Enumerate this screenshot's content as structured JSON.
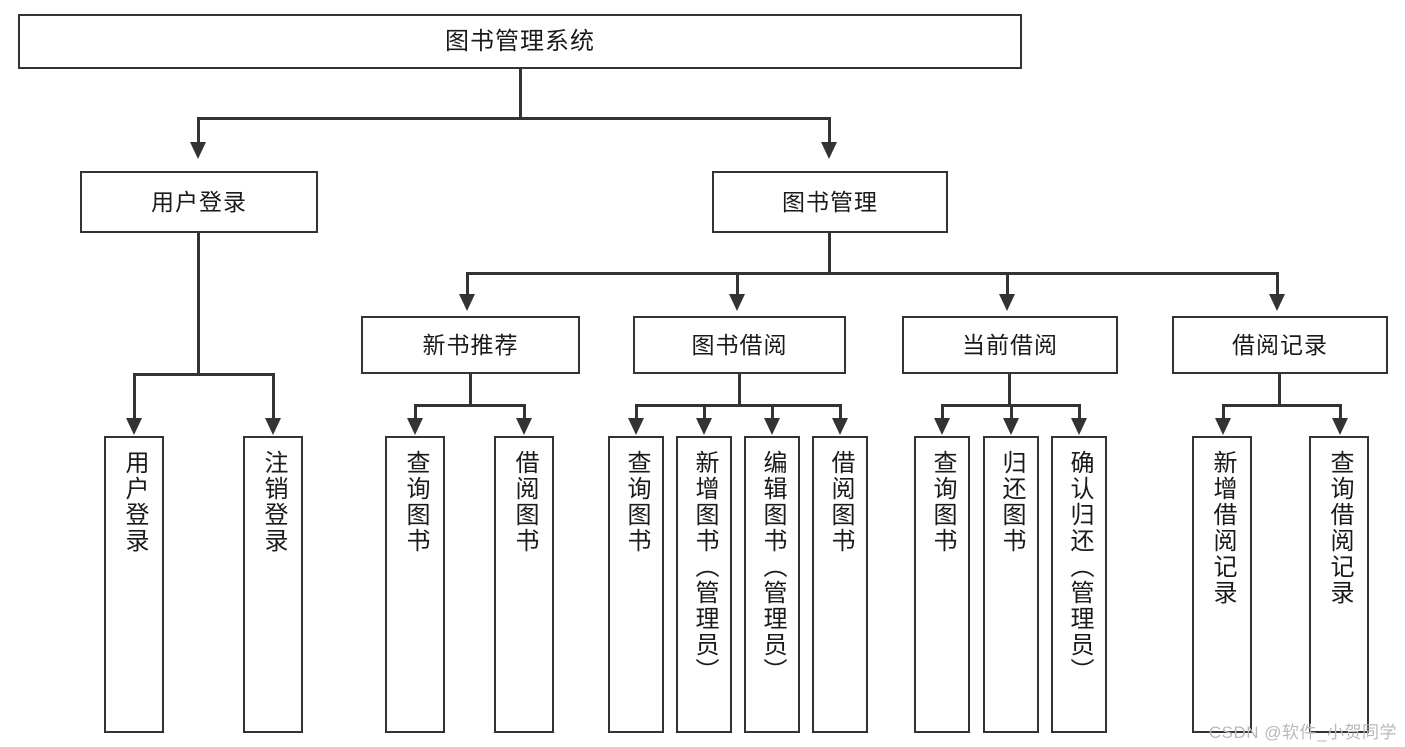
{
  "diagram": {
    "title": "图书管理系统",
    "type": "tree",
    "watermark": "CSDN @软件_小贺同学",
    "colors": {
      "border": "#333333",
      "background": "#ffffff",
      "text": "#1a1a1a",
      "watermark": "#b9b9b9"
    },
    "root": {
      "label": "图书管理系统"
    },
    "level1": [
      {
        "label": "用户登录"
      },
      {
        "label": "图书管理"
      }
    ],
    "level2": [
      {
        "label": "新书推荐"
      },
      {
        "label": "图书借阅"
      },
      {
        "label": "当前借阅"
      },
      {
        "label": "借阅记录"
      }
    ],
    "leaves": {
      "user_login": [
        {
          "label": "用户登录"
        },
        {
          "label": "注销登录"
        }
      ],
      "new_book_rec": [
        {
          "label": "查询图书"
        },
        {
          "label": "借阅图书"
        }
      ],
      "book_borrow": [
        {
          "label": "查询图书"
        },
        {
          "label": "新增图书（管理员）"
        },
        {
          "label": "编辑图书（管理员）"
        },
        {
          "label": "借阅图书"
        }
      ],
      "current_borrow": [
        {
          "label": "查询图书"
        },
        {
          "label": "归还图书"
        },
        {
          "label": "确认归还（管理员）"
        }
      ],
      "borrow_record": [
        {
          "label": "新增借阅记录"
        },
        {
          "label": "查询借阅记录"
        }
      ]
    }
  }
}
